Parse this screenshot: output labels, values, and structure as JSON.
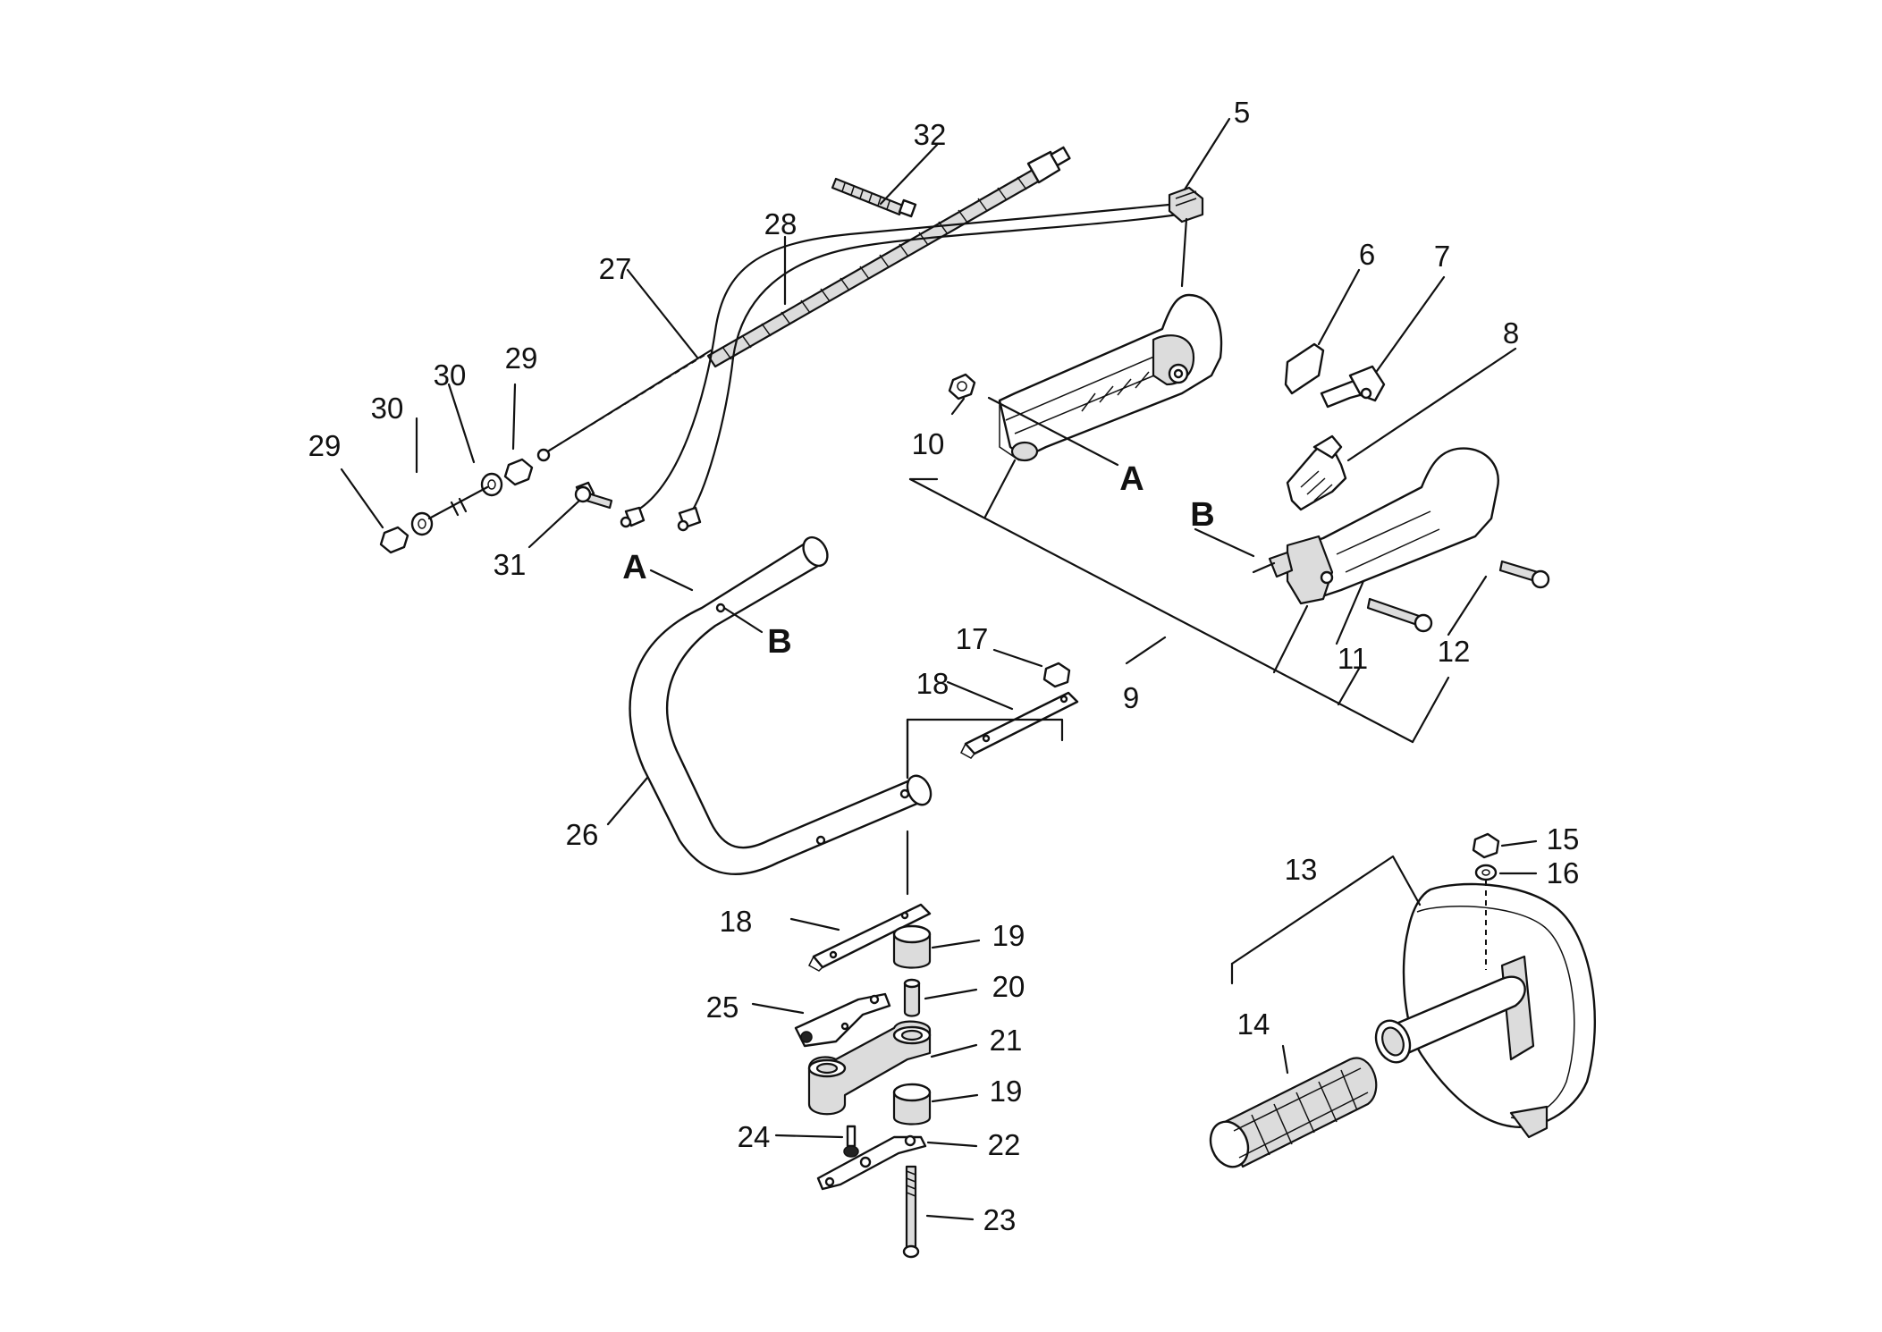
{
  "diagram": {
    "callouts": [
      "5",
      "6",
      "7",
      "8",
      "9",
      "10",
      "11",
      "12",
      "13",
      "14",
      "15",
      "16",
      "17",
      "18",
      "18",
      "19",
      "19",
      "20",
      "21",
      "22",
      "23",
      "24",
      "25",
      "26",
      "27",
      "28",
      "29",
      "29",
      "30",
      "30",
      "31",
      "32"
    ],
    "references": [
      "A",
      "B",
      "A",
      "B"
    ]
  }
}
